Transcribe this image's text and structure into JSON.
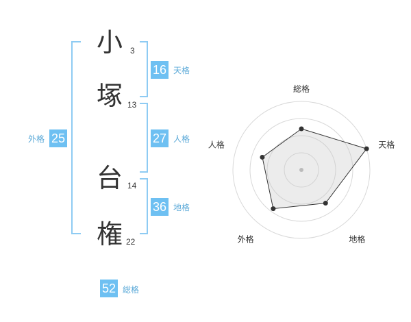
{
  "name": {
    "characters": [
      {
        "char": "小",
        "strokes": "3"
      },
      {
        "char": "塚",
        "strokes": "13"
      },
      {
        "char": "台",
        "strokes": "14"
      },
      {
        "char": "権",
        "strokes": "22"
      }
    ]
  },
  "fortunes": {
    "tenkaku": {
      "value": "16",
      "label": "天格"
    },
    "jinkaku": {
      "value": "27",
      "label": "人格"
    },
    "chikaku": {
      "value": "36",
      "label": "地格"
    },
    "gaikaku": {
      "value": "25",
      "label": "外格"
    },
    "soukaku": {
      "value": "52",
      "label": "総格"
    }
  },
  "colors": {
    "accent": "#6ec0f2",
    "bracket": "#8ecbf3",
    "label": "#5aa9d8"
  },
  "chart_data": {
    "type": "radar",
    "axes": [
      "総格",
      "天格",
      "地格",
      "外格",
      "人格"
    ],
    "values": [
      0.6,
      1.0,
      0.6,
      0.7,
      0.6
    ],
    "rings": 4
  }
}
